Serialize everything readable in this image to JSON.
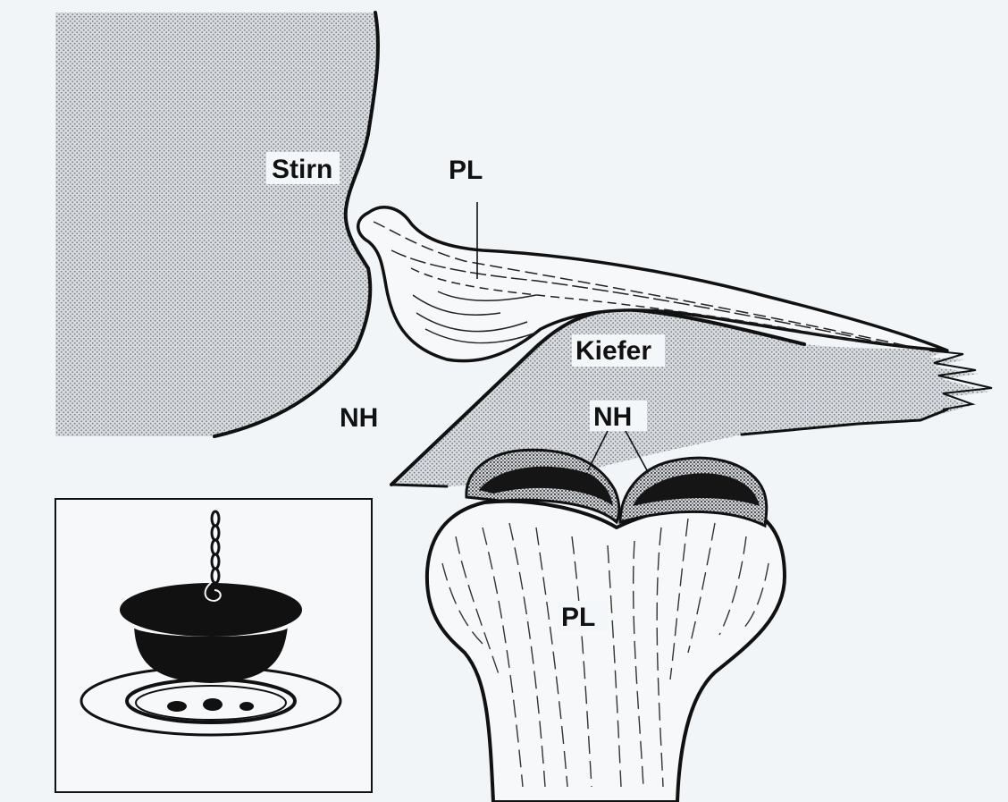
{
  "labels": {
    "forehead": "Stirn",
    "pl_top": "PL",
    "jaw": "Kiefer",
    "nh_left": "NH",
    "nh_right": "NH",
    "pl_bottom": "PL"
  },
  "colors": {
    "background": "#f1f5f8",
    "ink": "#111111",
    "stipple_dot": "#7a7f85",
    "stipple_base": "#d9dde1",
    "tissue": "#f6f8fa"
  }
}
